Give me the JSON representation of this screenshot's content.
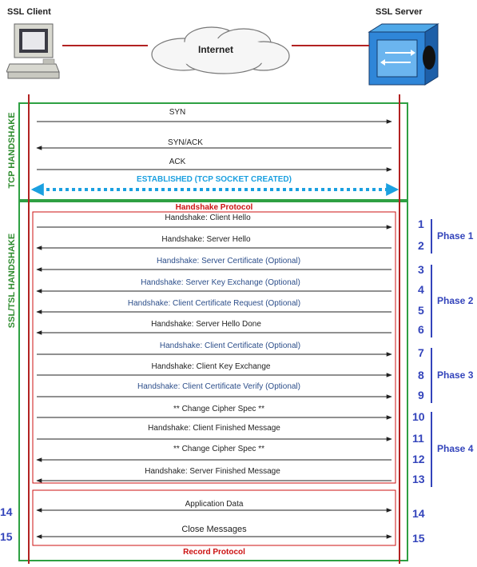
{
  "header": {
    "client_label": "SSL Client",
    "server_label": "SSL Server",
    "network_label": "Internet"
  },
  "tcp": {
    "section_label": "TCP HANDSHAKE",
    "messages": [
      {
        "text": "SYN",
        "direction": "right"
      },
      {
        "text": "SYN/ACK",
        "direction": "left"
      },
      {
        "text": "ACK",
        "direction": "right"
      }
    ],
    "established_label": "ESTABLISHED (TCP SOCKET CREATED)"
  },
  "ssl": {
    "section_label": "SSL/TSL HANDSHAKE",
    "protocol_label": "Handshake Protocol",
    "messages": [
      {
        "text": "Handshake: Client Hello",
        "direction": "right",
        "optional": false
      },
      {
        "text": "Handshake: Server Hello",
        "direction": "left",
        "optional": false
      },
      {
        "text": "Handshake: Server Certificate (Optional)",
        "direction": "left",
        "optional": true
      },
      {
        "text": "Handshake: Server Key Exchange (Optional)",
        "direction": "left",
        "optional": true
      },
      {
        "text": "Handshake: Client Certificate Request (Optional)",
        "direction": "left",
        "optional": true
      },
      {
        "text": "Handshake: Server Hello Done",
        "direction": "left",
        "optional": false
      },
      {
        "text": "Handshake: Client Certificate (Optional)",
        "direction": "right",
        "optional": true
      },
      {
        "text": "Handshake: Client Key Exchange",
        "direction": "right",
        "optional": false
      },
      {
        "text": "Handshake: Client Certificate Verify (Optional)",
        "direction": "right",
        "optional": true
      },
      {
        "text": "** Change Cipher Spec **",
        "direction": "right",
        "optional": false
      },
      {
        "text": "Handshake: Client Finished Message",
        "direction": "right",
        "optional": false
      },
      {
        "text": "** Change Cipher Spec **",
        "direction": "left",
        "optional": false
      },
      {
        "text": "Handshake: Server Finished Message",
        "direction": "left",
        "optional": false
      }
    ],
    "step_numbers": [
      "1",
      "2",
      "3",
      "4",
      "5",
      "6",
      "7",
      "8",
      "9",
      "10",
      "11",
      "12",
      "13"
    ],
    "phases": [
      {
        "label": "Phase 1",
        "from": 1,
        "to": 2
      },
      {
        "label": "Phase 2",
        "from": 3,
        "to": 6
      },
      {
        "label": "Phase 3",
        "from": 7,
        "to": 9
      },
      {
        "label": "Phase 4",
        "from": 10,
        "to": 13
      }
    ]
  },
  "record": {
    "protocol_label": "Record Protocol",
    "messages": [
      {
        "text": "Application Data",
        "direction": "both",
        "step": "14"
      },
      {
        "text": "Close Messages",
        "direction": "both",
        "step": "15"
      }
    ]
  },
  "colors": {
    "green": "#2ea043",
    "red": "#cc1111",
    "blue": "#3344bb",
    "cyan": "#1ba0e0"
  }
}
